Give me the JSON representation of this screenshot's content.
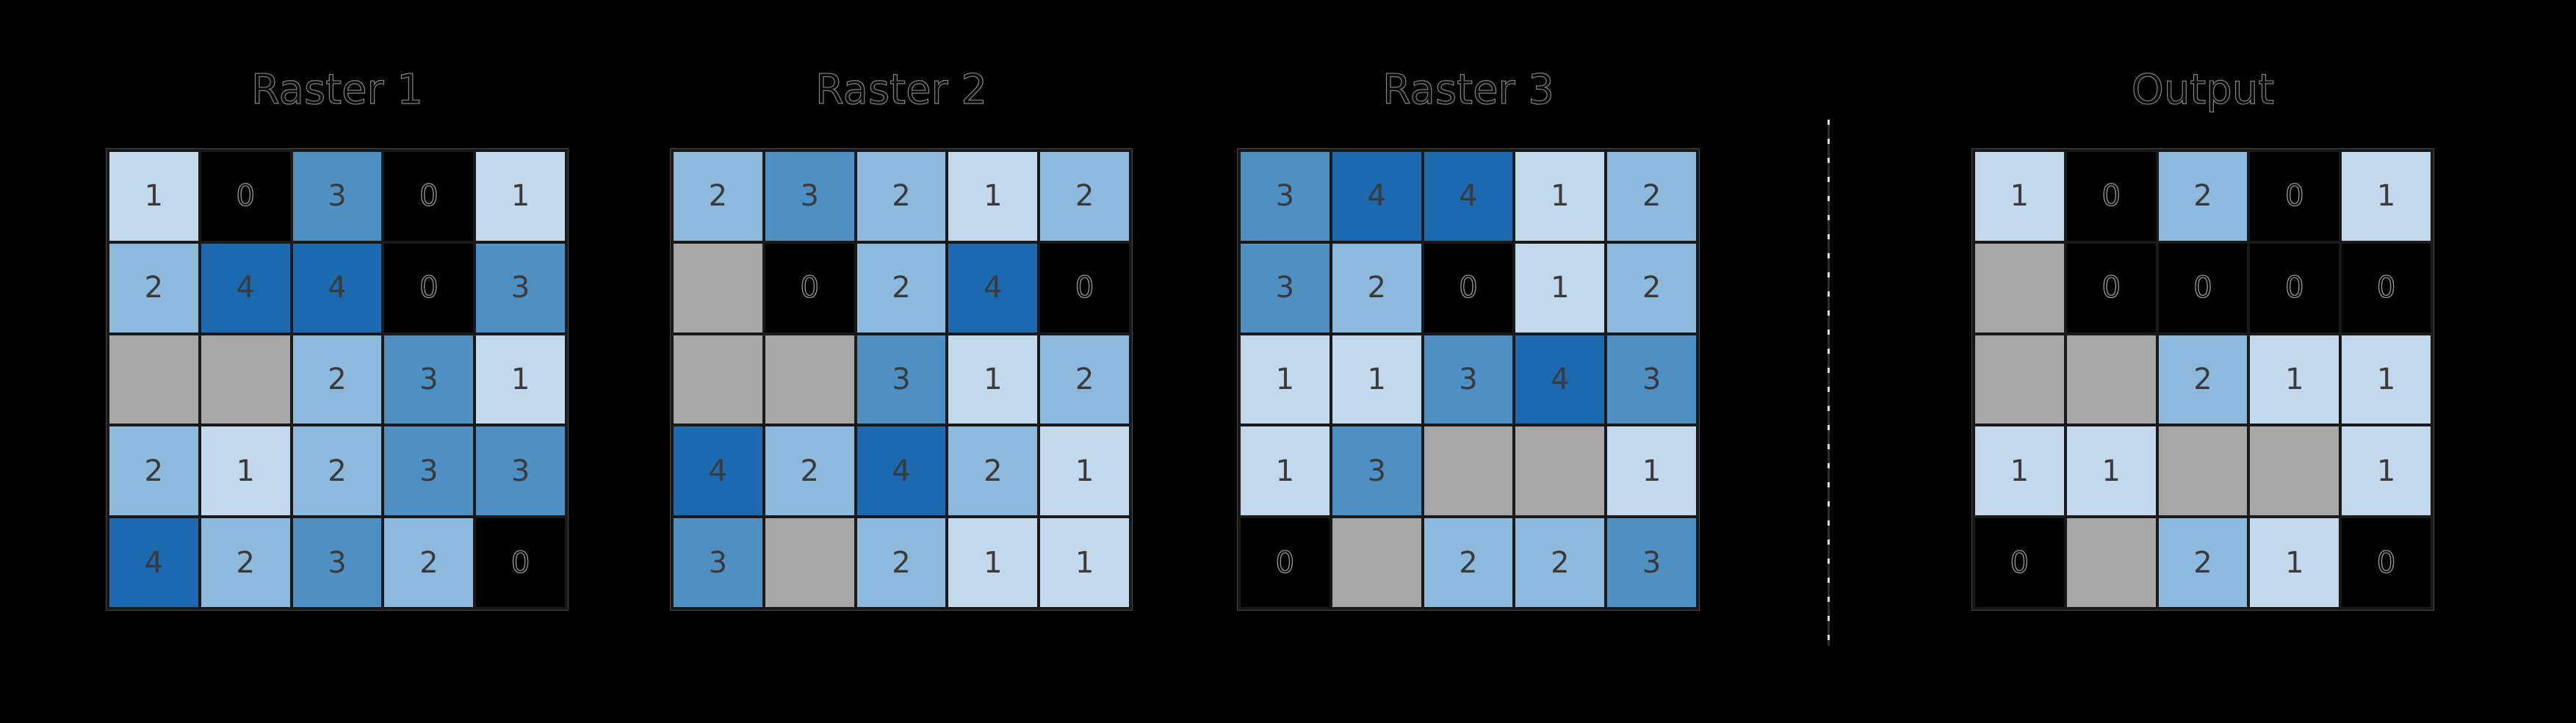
{
  "figure": {
    "background": "#000000",
    "digit_color": "#3a3a3a",
    "grid_line_color": "#191919"
  },
  "chart_data": {
    "type": "heatmap",
    "grid": "5x5",
    "legend": "none",
    "panels": [
      {
        "title": "Raster 1",
        "values": [
          [
            1,
            0,
            3,
            0,
            1
          ],
          [
            2,
            4,
            4,
            0,
            3
          ],
          [
            null,
            null,
            2,
            3,
            1
          ],
          [
            2,
            1,
            2,
            3,
            3
          ],
          [
            4,
            2,
            3,
            2,
            0
          ]
        ]
      },
      {
        "title": "Raster 2",
        "values": [
          [
            2,
            3,
            2,
            1,
            2
          ],
          [
            null,
            0,
            2,
            4,
            0
          ],
          [
            null,
            null,
            3,
            1,
            2
          ],
          [
            4,
            2,
            4,
            2,
            1
          ],
          [
            3,
            null,
            2,
            1,
            1
          ]
        ]
      },
      {
        "title": "Raster 3",
        "values": [
          [
            3,
            4,
            4,
            1,
            2
          ],
          [
            3,
            2,
            0,
            1,
            2
          ],
          [
            1,
            1,
            3,
            4,
            3
          ],
          [
            1,
            3,
            null,
            null,
            1
          ],
          [
            0,
            null,
            2,
            2,
            3
          ]
        ]
      },
      {
        "title": "Output",
        "values": [
          [
            1,
            0,
            2,
            0,
            1
          ],
          [
            null,
            0,
            0,
            0,
            0
          ],
          [
            null,
            null,
            2,
            1,
            1
          ],
          [
            1,
            1,
            null,
            null,
            1
          ],
          [
            0,
            null,
            2,
            1,
            0
          ]
        ]
      }
    ],
    "value_colors": {
      "0": "#000000",
      "1": "#c4d8ec",
      "2": "#8cb9dc",
      "3": "#4e90c4",
      "4": "#1c69b0",
      "nodata": "#a7a7a7"
    },
    "separator": {
      "style": "dashed",
      "color": "#dedede",
      "between": [
        "Raster 3",
        "Output"
      ]
    }
  }
}
